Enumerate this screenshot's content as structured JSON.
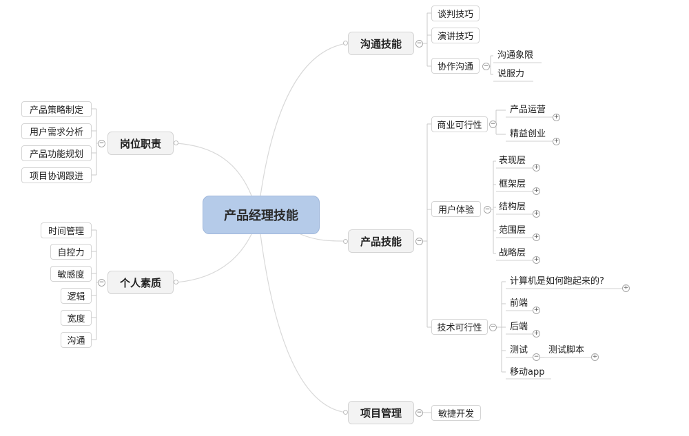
{
  "center": {
    "label": "产品经理技能"
  },
  "branches": {
    "communication": {
      "label": "沟通技能",
      "items": [
        "谈判技巧",
        "演讲技巧",
        "协作沟通"
      ],
      "sub": [
        "沟通象限",
        "说服力"
      ]
    },
    "product": {
      "label": "产品技能",
      "groups": {
        "business": {
          "label": "商业可行性",
          "items": [
            "产品运营",
            "精益创业"
          ]
        },
        "ux": {
          "label": "用户体验",
          "items": [
            "表现层",
            "框架层",
            "结构层",
            "范围层",
            "战略层"
          ]
        },
        "tech": {
          "label": "技术可行性",
          "items": [
            "计算机是如何跑起来的?",
            "前端",
            "后端",
            "测试",
            "移动app"
          ],
          "test_sub": "测试脚本"
        }
      }
    },
    "project": {
      "label": "项目管理",
      "items": [
        "敏捷开发"
      ]
    },
    "duties": {
      "label": "岗位职责",
      "items": [
        "产品策略制定",
        "用户需求分析",
        "产品功能规划",
        "项目协调跟进"
      ]
    },
    "qualities": {
      "label": "个人素质",
      "items": [
        "时间管理",
        "自控力",
        "敏感度",
        "逻辑",
        "宽度",
        "沟通"
      ]
    }
  },
  "toggles": {
    "collapse": "−",
    "expand": "+"
  },
  "colors": {
    "center_fill": "#b5cbe9",
    "node_fill": "#f3f3f3",
    "line": "#c9c9c9"
  }
}
